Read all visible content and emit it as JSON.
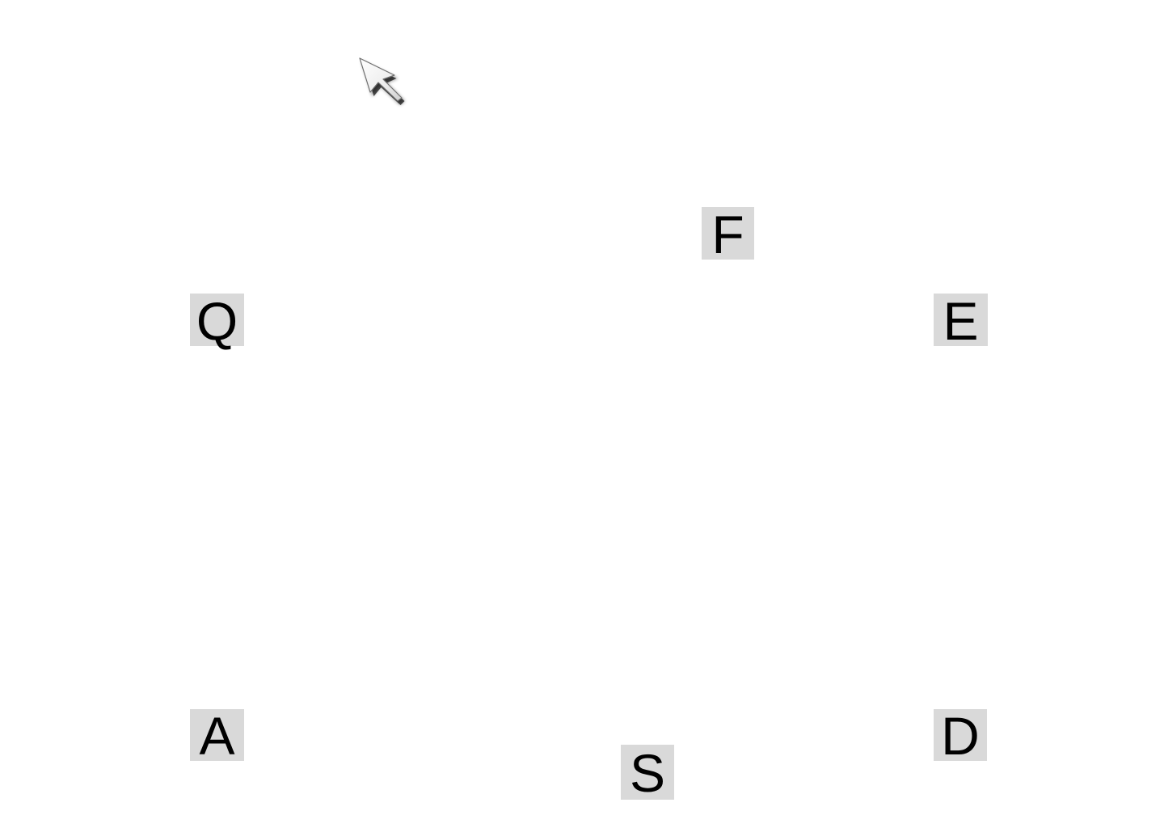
{
  "keys": {
    "q": "Q",
    "f": "F",
    "e": "E",
    "a": "A",
    "s": "S",
    "d": "D"
  },
  "cursor": {
    "icon": "arrow-pointer-icon"
  },
  "colors": {
    "background": "#ffffff",
    "key_fill": "#d9d9d9",
    "key_text": "#000000"
  }
}
